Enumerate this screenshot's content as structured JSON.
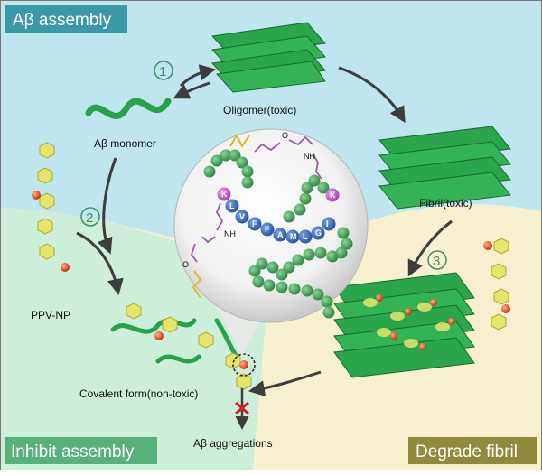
{
  "sections": {
    "top_left": "Aβ assembly",
    "bottom_left": "Inhibit assembly",
    "bottom_right": "Degrade fibril"
  },
  "labels": {
    "monomer": "Aβ monomer",
    "oligomer": "Oligomer(toxic)",
    "fibril": "Fibril(toxic)",
    "ppv": "PPV-NP",
    "covalent": "Covalent form(non-toxic)",
    "aggregations": "Aβ aggregations",
    "nh_top": "NH",
    "o_top": "O",
    "nh_left": "NH",
    "o_left": "O"
  },
  "steps": [
    "1",
    "2",
    "3"
  ],
  "peptide_residues": [
    "K",
    "L",
    "V",
    "F",
    "F",
    "A",
    "M",
    "L",
    "G",
    "I",
    "K"
  ],
  "colors": {
    "teal_tag": "#3a98a8",
    "olive_tag": "#8f8a3c",
    "green_tag": "#58b07a",
    "fibril_green": "#27a24a",
    "bead_green": "#3e9e55",
    "bead_blue": "#2f63b8",
    "bead_pink": "#c04fc0",
    "ppv_yellow": "#e4e56a",
    "red_dot": "#d9401e"
  }
}
